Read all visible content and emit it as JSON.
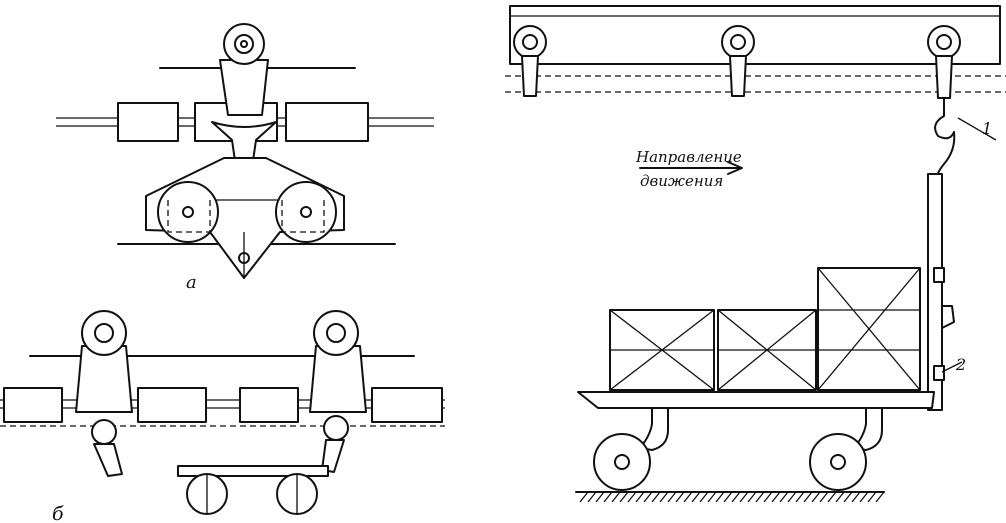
{
  "labels": {
    "fig_a": "а",
    "fig_b": "б",
    "direction_line1": "Направление",
    "direction_line2": "движения",
    "callout_1": "1",
    "callout_2": "2"
  },
  "colors": {
    "ink": "#111111",
    "paper": "#ffffff"
  }
}
